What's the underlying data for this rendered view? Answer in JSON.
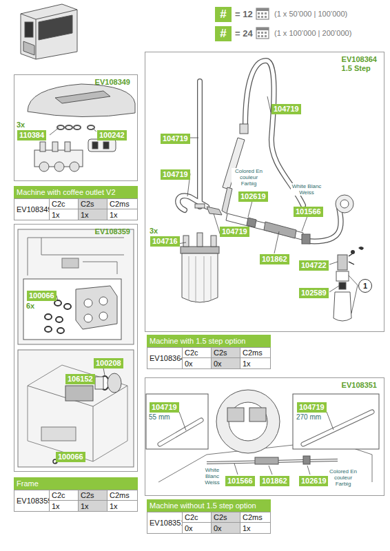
{
  "diagram": {
    "nodes": [
      {
        "text": [
          "EV108349"
        ]
      },
      {
        "text": [
          "110384"
        ],
        "in": 0
      },
      {
        "text": [
          "100242"
        ],
        "in": 0
      },
      {
        "text": [
          "Machine with coffee outlet V2"
        ]
      },
      {
        "text": [
          "EV108359"
        ]
      },
      {
        "text": [
          "100066"
        ],
        "in": 4
      },
      {
        "text": [
          "100208"
        ],
        "in": 4
      },
      {
        "text": [
          "106152"
        ],
        "in": 4
      },
      {
        "text": [
          "100066"
        ],
        "in": 4
      },
      {
        "text": [
          "Frame"
        ]
      },
      {
        "text": [
          "EV108364",
          "1.5 Step"
        ]
      },
      {
        "text": [
          "104719"
        ],
        "in": 10
      },
      {
        "text": [
          "104719"
        ],
        "in": 10
      },
      {
        "text": [
          "104719"
        ],
        "in": 10
      },
      {
        "text": [
          "102619"
        ],
        "in": 10
      },
      {
        "text": [
          "101566"
        ],
        "in": 10
      },
      {
        "text": [
          "104716"
        ],
        "in": 10
      },
      {
        "text": [
          "104719"
        ],
        "in": 10
      },
      {
        "text": [
          "101862"
        ],
        "in": 10
      },
      {
        "text": [
          "104722"
        ],
        "in": 10
      },
      {
        "text": [
          "102589"
        ],
        "in": 10
      },
      {
        "text": [
          "1"
        ],
        "in": 10
      },
      {
        "text": [
          "Machine with 1.5 step option"
        ]
      },
      {
        "text": [
          "EV108351"
        ]
      },
      {
        "text": [
          "104719"
        ],
        "in": 23
      },
      {
        "text": [
          "104719"
        ],
        "in": 23
      },
      {
        "text": [
          "101566"
        ],
        "in": 23
      },
      {
        "text": [
          "101862"
        ],
        "in": 23
      },
      {
        "text": [
          "102619"
        ],
        "in": 23
      },
      {
        "text": [
          "Machine without 1.5 step option"
        ]
      }
    ],
    "labels": [
      "#",
      "(1 x 50’000 | 100’000)",
      "#",
      "(1 x 100’000 | 200’000)",
      "3x",
      "EV108349",
      "C2c",
      "C2s",
      "C2ms",
      "1x",
      "1x",
      "1x",
      "6x",
      "EV108359",
      "C2c",
      "C2s",
      "C2ms",
      "1x",
      "1x",
      "1x",
      "Colored En couleur Farbig",
      "White Blanc Weiss",
      "3x",
      "EV108364",
      "C2c",
      "C2s",
      "C2ms",
      "0x",
      "0x",
      "1x",
      "55 mm",
      "270 mm",
      "White Blanc Weiss",
      "Colored En couleur Farbig",
      "EV108351",
      "C2c",
      "C2s",
      "C2ms",
      "0x",
      "0x",
      "1x"
    ],
    "legend": [
      {
        "text": "= 12",
        "color": "#8dc63f"
      },
      {
        "text": "= 24",
        "color": "#8dc63f"
      }
    ]
  }
}
